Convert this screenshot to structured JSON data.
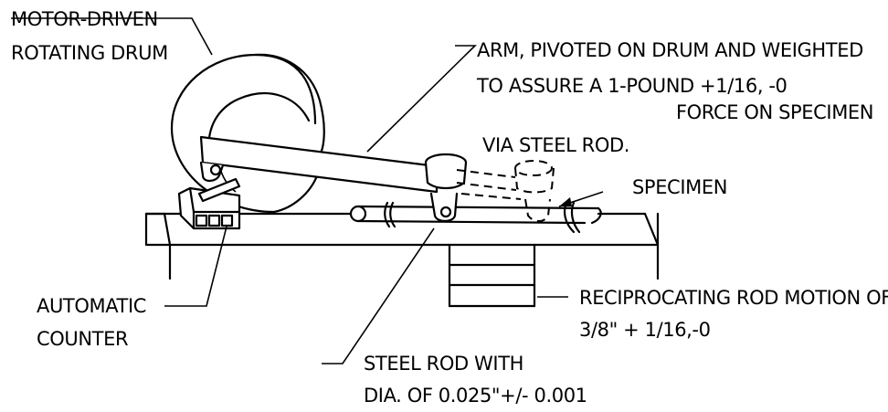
{
  "labels": {
    "drum_line1": "MOTOR-DRIVEN",
    "drum_line2": "ROTATING DRUM",
    "arm_line1": "ARM, PIVOTED ON DRUM AND WEIGHTED",
    "arm_line2": "TO ASSURE A 1-POUND +1/16, -0",
    "arm_line3": "FORCE ON SPECIMEN",
    "arm_line4": "VIA STEEL ROD.",
    "specimen": "SPECIMEN",
    "counter_line1": "AUTOMATIC",
    "counter_line2": "COUNTER",
    "recip_line1": "RECIPROCATING ROD MOTION OF",
    "recip_line2": "3/8\" + 1/16,-0",
    "rod_line1": "STEEL ROD WITH",
    "rod_line2": "DIA. OF 0.025\"+/- 0.001"
  }
}
